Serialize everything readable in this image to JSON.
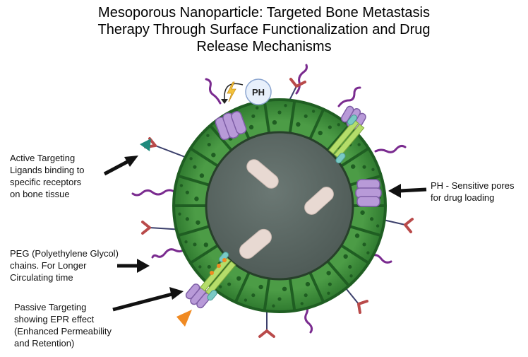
{
  "title": {
    "line1": "Mesoporous  Nanoparticle: Targeted Bone Metastasis",
    "line2": "Therapy Through Surface Functionalization and Drug",
    "line3": "Release Mechanisms"
  },
  "ph_bubble": "PH",
  "labels": {
    "active_targeting": [
      "Active Targeting",
      "Ligands binding to",
      "specific receptors",
      "on bone tissue"
    ],
    "ph_pores": [
      "PH - Sensitive pores",
      "for drug loading"
    ],
    "peg": [
      "PEG (Polyethylene Glycol)",
      "chains. For Longer",
      "Circulating time"
    ],
    "passive_targeting": [
      "Passive Targeting",
      "showing EPR effect",
      "(Enhanced Permeability",
      "and Retention)"
    ]
  },
  "colors": {
    "shell_green": "#3f8f3c",
    "shell_dark": "#1f5e22",
    "core_gray": "#5d6a66",
    "capsule": "#e8d9d2",
    "pore_purple": "#b89ad8",
    "linker_green": "#b5dd6a",
    "linker_teal": "#79c9c4",
    "peg_purple": "#7a2b8f",
    "antibody": "#b94a4a",
    "arrow": "#111111",
    "ligand_teal": "#1f8a7d",
    "ligand_orange": "#f08a22"
  }
}
